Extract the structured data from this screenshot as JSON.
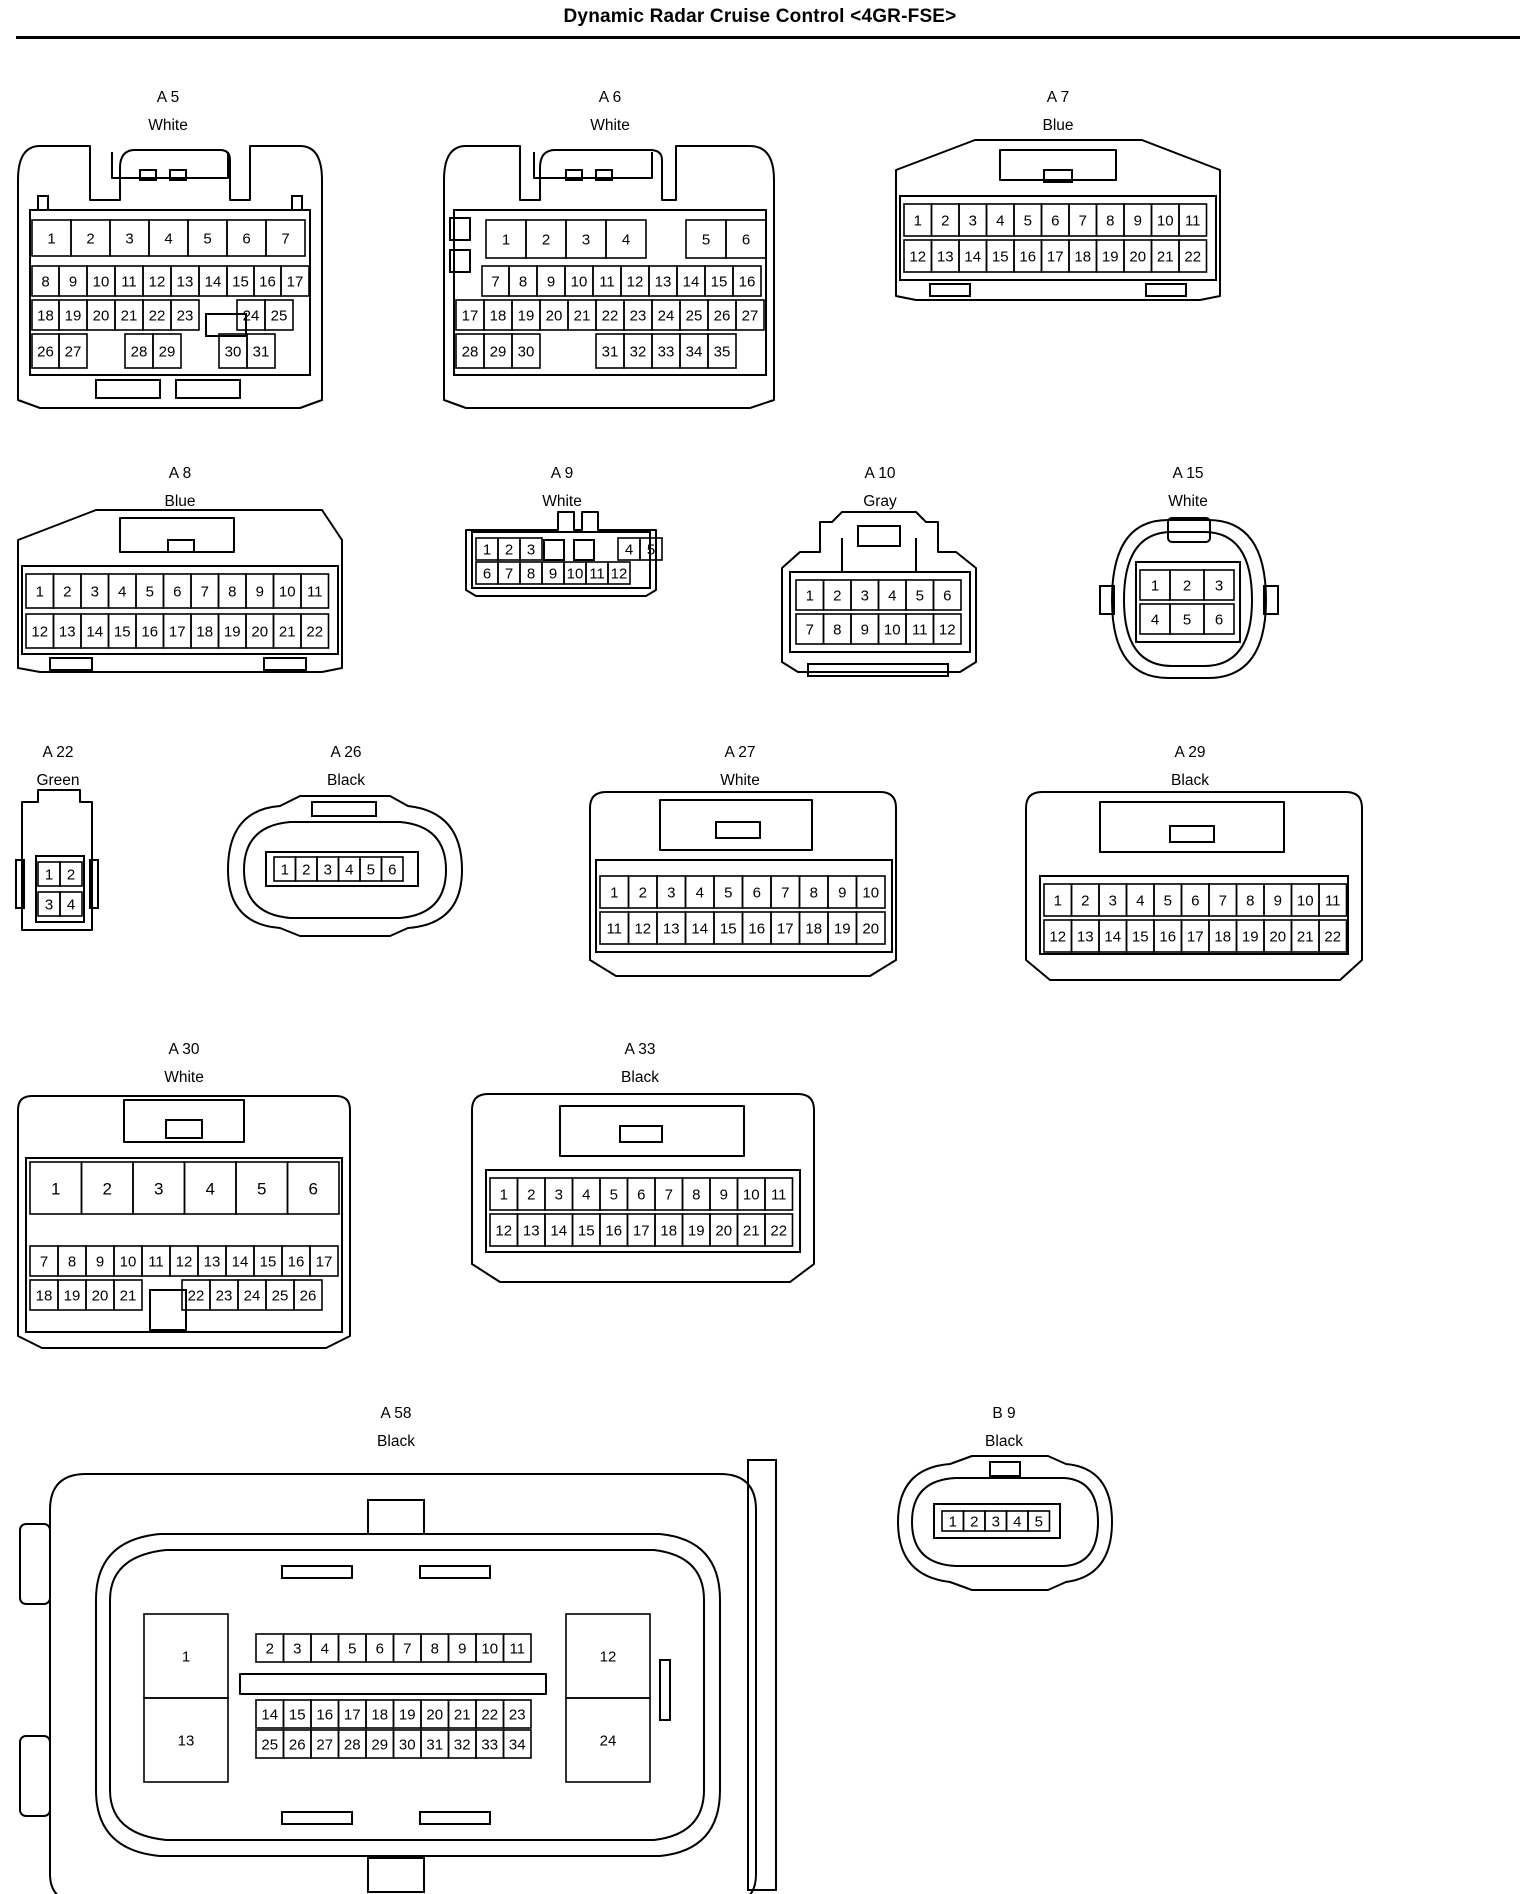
{
  "title": "Dynamic Radar Cruise Control <4GR-FSE>",
  "connectors": [
    {
      "id": "A 5",
      "color": "White",
      "rows": [
        [
          "1",
          "2",
          "3",
          "4",
          "5",
          "6",
          "7"
        ],
        [
          "8",
          "9",
          "10",
          "11",
          "12",
          "13",
          "14",
          "15",
          "16",
          "17"
        ],
        [
          "18",
          "19",
          "20",
          "21",
          "22",
          "23",
          "",
          "24",
          "25"
        ],
        [
          "26",
          "27",
          "",
          "28",
          "29",
          "",
          "30",
          "31"
        ]
      ]
    },
    {
      "id": "A 6",
      "color": "White",
      "rows": [
        [
          "1",
          "2",
          "3",
          "4",
          "",
          "5",
          "6"
        ],
        [
          "7",
          "8",
          "9",
          "10",
          "11",
          "12",
          "13",
          "14",
          "15",
          "16"
        ],
        [
          "17",
          "18",
          "19",
          "20",
          "21",
          "22",
          "23",
          "24",
          "25",
          "26",
          "27"
        ],
        [
          "28",
          "29",
          "30",
          "",
          "31",
          "32",
          "33",
          "34",
          "35"
        ]
      ]
    },
    {
      "id": "A 7",
      "color": "Blue",
      "rows": [
        [
          "1",
          "2",
          "3",
          "4",
          "5",
          "6",
          "7",
          "8",
          "9",
          "10",
          "11"
        ],
        [
          "12",
          "13",
          "14",
          "15",
          "16",
          "17",
          "18",
          "19",
          "20",
          "21",
          "22"
        ]
      ]
    },
    {
      "id": "A 8",
      "color": "Blue",
      "rows": [
        [
          "1",
          "2",
          "3",
          "4",
          "5",
          "6",
          "7",
          "8",
          "9",
          "10",
          "11"
        ],
        [
          "12",
          "13",
          "14",
          "15",
          "16",
          "17",
          "18",
          "19",
          "20",
          "21",
          "22"
        ]
      ]
    },
    {
      "id": "A 9",
      "color": "White",
      "rows": [
        [
          "1",
          "2",
          "3",
          "",
          "4",
          "5"
        ],
        [
          "6",
          "7",
          "8",
          "9",
          "10",
          "11",
          "12"
        ]
      ]
    },
    {
      "id": "A 10",
      "color": "Gray",
      "rows": [
        [
          "1",
          "2",
          "3",
          "4",
          "5",
          "6"
        ],
        [
          "7",
          "8",
          "9",
          "10",
          "11",
          "12"
        ]
      ]
    },
    {
      "id": "A 15",
      "color": "White",
      "rows": [
        [
          "1",
          "2",
          "3"
        ],
        [
          "4",
          "5",
          "6"
        ]
      ]
    },
    {
      "id": "A 22",
      "color": "Green",
      "rows": [
        [
          "1",
          "2"
        ],
        [
          "3",
          "4"
        ]
      ]
    },
    {
      "id": "A 26",
      "color": "Black",
      "rows": [
        [
          "1",
          "2",
          "3",
          "4",
          "5",
          "6"
        ]
      ]
    },
    {
      "id": "A 27",
      "color": "White",
      "rows": [
        [
          "1",
          "2",
          "3",
          "4",
          "5",
          "6",
          "7",
          "8",
          "9",
          "10"
        ],
        [
          "11",
          "12",
          "13",
          "14",
          "15",
          "16",
          "17",
          "18",
          "19",
          "20"
        ]
      ]
    },
    {
      "id": "A 29",
      "color": "Black",
      "rows": [
        [
          "1",
          "2",
          "3",
          "4",
          "5",
          "6",
          "7",
          "8",
          "9",
          "10",
          "11"
        ],
        [
          "12",
          "13",
          "14",
          "15",
          "16",
          "17",
          "18",
          "19",
          "20",
          "21",
          "22"
        ]
      ]
    },
    {
      "id": "A 30",
      "color": "White",
      "rows": [
        [
          "1",
          "2",
          "3",
          "4",
          "5",
          "6"
        ],
        [
          "7",
          "8",
          "9",
          "10",
          "11",
          "12",
          "13",
          "14",
          "15",
          "16",
          "17"
        ],
        [
          "18",
          "19",
          "20",
          "21",
          "",
          "22",
          "23",
          "24",
          "25",
          "26"
        ]
      ]
    },
    {
      "id": "A 33",
      "color": "Black",
      "rows": [
        [
          "1",
          "2",
          "3",
          "4",
          "5",
          "6",
          "7",
          "8",
          "9",
          "10",
          "11"
        ],
        [
          "12",
          "13",
          "14",
          "15",
          "16",
          "17",
          "18",
          "19",
          "20",
          "21",
          "22"
        ]
      ]
    },
    {
      "id": "A 58",
      "color": "Black",
      "rows": [
        [
          "1"
        ],
        [
          "13"
        ],
        [
          "2",
          "3",
          "4",
          "5",
          "6",
          "7",
          "8",
          "9",
          "10",
          "11"
        ],
        [
          "14",
          "15",
          "16",
          "17",
          "18",
          "19",
          "20",
          "21",
          "22",
          "23"
        ],
        [
          "25",
          "26",
          "27",
          "28",
          "29",
          "30",
          "31",
          "32",
          "33",
          "34"
        ],
        [
          "12"
        ],
        [
          "24"
        ]
      ]
    },
    {
      "id": "B 9",
      "color": "Black",
      "rows": [
        [
          "1",
          "2",
          "3",
          "4",
          "5"
        ]
      ]
    }
  ]
}
